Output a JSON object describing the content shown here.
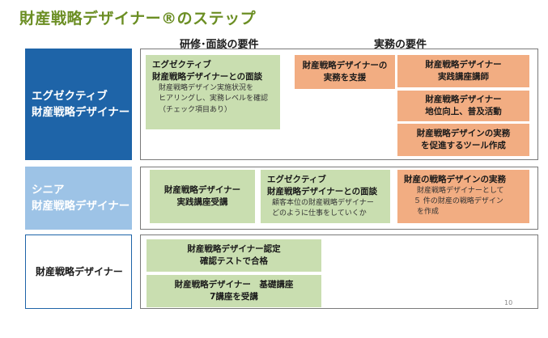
{
  "title": "財産戦略デザイナー®のステップ",
  "columns": {
    "training": "研修･面談の要件",
    "practice": "実務の要件"
  },
  "levels": {
    "executive": {
      "line1": "エグゼクティブ",
      "line2": "財産戦略デザイナー"
    },
    "senior": {
      "line1": "シニア",
      "line2": "財産戦略デザイナー"
    },
    "basic": {
      "label": "財産戦略デザイナー"
    }
  },
  "executive_boxes": {
    "interview": {
      "line1": "エグゼクティブ",
      "line2": "財産戦略デザイナーとの面談",
      "d1": "財産戦略デザイン実施状況を",
      "d2": "ヒアリングし、実務レベルを確認",
      "d3": "（チェック項目あり）"
    },
    "support": {
      "line1": "財産戦略デザイナーの",
      "line2": "実務を支援"
    },
    "lecturer": {
      "line1": "財産戦略デザイナー",
      "line2": "実践講座講師"
    },
    "status": {
      "line1": "財産戦略デザイナー",
      "line2": "地位向上、普及活動"
    },
    "tools": {
      "line1": "財産戦略デザインの実務",
      "line2": "を促進するツール作成"
    }
  },
  "senior_boxes": {
    "course": {
      "line1": "財産戦略デザイナー",
      "line2": "実践講座受講"
    },
    "interview": {
      "line1": "エグゼクティブ",
      "line2": "財産戦略デザイナーとの面談",
      "d1": "顧客本位の財産戦略デザイナー",
      "d2": "どのように仕事をしていくか"
    },
    "practice": {
      "line1": "財産の戦略デザインの実務",
      "d1": "財産戦略デザイナーとして",
      "d2": "５ 件の財産の戦略デザイン",
      "d3": "を作成"
    }
  },
  "basic_boxes": {
    "cert": {
      "line1": "財産戦略デザイナー認定",
      "line2": "確認テストで合格"
    },
    "course": {
      "line1": "財産戦略デザイナー　基礎講座",
      "line2": "7講座を受講"
    }
  },
  "page_number": "10",
  "colors": {
    "title": "#6b8e23",
    "executive": "#1e64a8",
    "senior": "#9dc3e6",
    "green": "#c9deb0",
    "orange": "#f2ad82"
  }
}
